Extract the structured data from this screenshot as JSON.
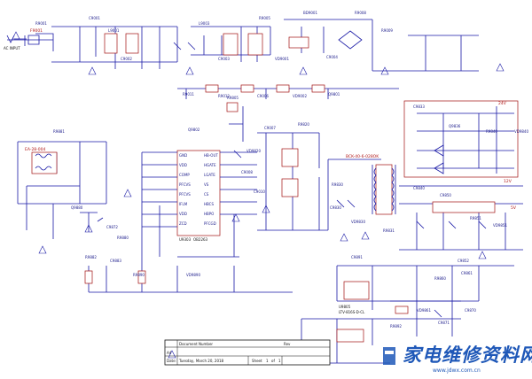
{
  "ic_main": {
    "ref": "U9303",
    "part": "OB2263"
  },
  "ic_main_pins_left": [
    "GND",
    "VDD",
    "COMP",
    "PFCVS",
    "PFCVS",
    "IFLM",
    "VDD",
    "ZCD"
  ],
  "ic_main_pins_right": [
    "HB-OUT",
    "HGATE",
    "LGATE",
    "VS",
    "CS",
    "HBCS",
    "HBPO",
    "PFCGD"
  ],
  "ic_optocoupler": {
    "ref": "U9805",
    "part": "LTV-816S-D-CL"
  },
  "transformer_label": "BCK-40-6-028OK",
  "inductor_label": "EA-28-004",
  "input_labels": {
    "fuse": "F9001",
    "ac_in": "AC INPUT"
  },
  "rail_labels": [
    "24V",
    "12V",
    "5V"
  ],
  "title_block": {
    "size": "A4",
    "document_number_label": "Document Number",
    "date_label": "Date:",
    "date": "Tuesday, March 20, 2018",
    "sheet_label": "Sheet",
    "sheet": "1",
    "of_label": "of",
    "of": "1",
    "rev_label": "Rev"
  },
  "watermark": {
    "title": "家电维修资料网",
    "sub": "www.jdwx.com.cn"
  },
  "component_labels": [
    "R9001",
    "C9001",
    "L9001",
    "C9002",
    "L9003",
    "C9003",
    "R9005",
    "VD9001",
    "BD9001",
    "C9004",
    "R9008",
    "R9009",
    "R9011",
    "R9012",
    "C9006",
    "VD9002",
    "Q9801",
    "Q9802",
    "R9805",
    "C9007",
    "R9820",
    "VD9820",
    "C9008",
    "C9010",
    "R9830",
    "C9830",
    "VD9830",
    "R9831",
    "C9833",
    "Q9836",
    "R9840",
    "VD9840",
    "C9840",
    "C9850",
    "R9851",
    "VD9851",
    "C9852",
    "R9860",
    "C9861",
    "VD9861",
    "C9870",
    "C9871",
    "C9872",
    "R9880",
    "R9881",
    "Q9880",
    "R9882",
    "C9883",
    "R9890",
    "VD9890",
    "C9891",
    "R9892"
  ]
}
